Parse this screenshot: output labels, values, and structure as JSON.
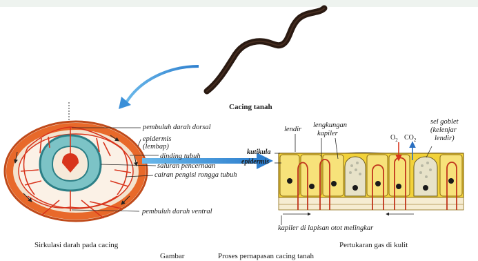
{
  "worm": {
    "caption": "Cacing tanah"
  },
  "circulation": {
    "labels": {
      "dorsal_vessel": "pembuluh darah dorsal",
      "epidermis_wet": "epidermis",
      "epidermis_wet_note": "(lembap)",
      "body_wall": "dinding tubuh",
      "digestive_tract": "saluran pencernaan",
      "coelom_fluid": "cairan pengisi rongga tubuh",
      "ventral_vessel": "pembuluh darah ventral"
    },
    "caption": "Sirkulasi darah pada cacing"
  },
  "gas_exchange": {
    "labels": {
      "mucus": "lendir",
      "capillary_loop_1": "lengkungan",
      "capillary_loop_2": "kapiler",
      "cuticle": "kutikula",
      "epidermis": "epidermis",
      "o2": "O",
      "o2_sub": "2",
      "co2": "CO",
      "co2_sub": "2",
      "goblet_1": "sel goblet",
      "goblet_2": "(kelenjar",
      "goblet_3": "lendir)",
      "muscle_capillary": "kapiler di lapisan otot melingkar"
    },
    "caption": "Pertukaran gas di kulit"
  },
  "figure": {
    "label": "Gambar",
    "title": "Proses pernapasan cacing tanah"
  },
  "colors": {
    "blood_red": "#d8341c",
    "outer_orange": "#e8692a",
    "cell_yellow": "#f2d23a",
    "cell_yellow_light": "#f7e27a",
    "gut_teal": "#4aa3a8",
    "arrow_blue": "#3a8fd8",
    "worm_dark": "#2a1a12",
    "nucleus": "#1a1a1a"
  }
}
